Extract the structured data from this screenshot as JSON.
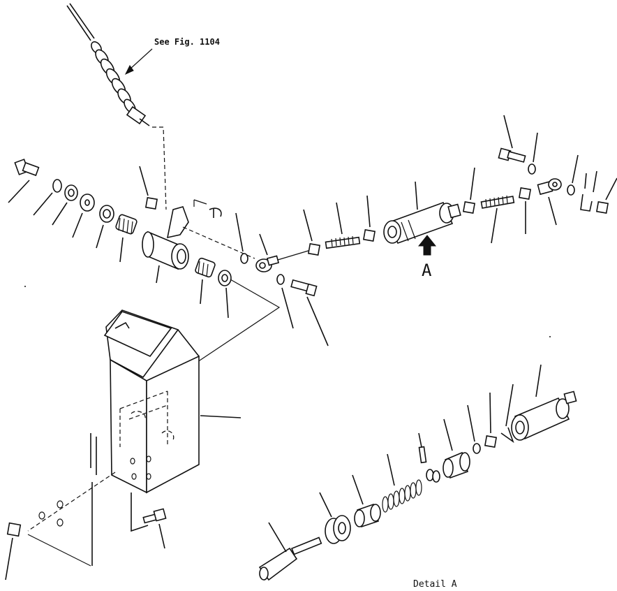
{
  "labels": {
    "see_fig": "See Fig. 1104",
    "detail_marker": "A",
    "detail_title": "Detail A"
  },
  "colors": {
    "ink": "#111111",
    "paper": "#ffffff"
  }
}
